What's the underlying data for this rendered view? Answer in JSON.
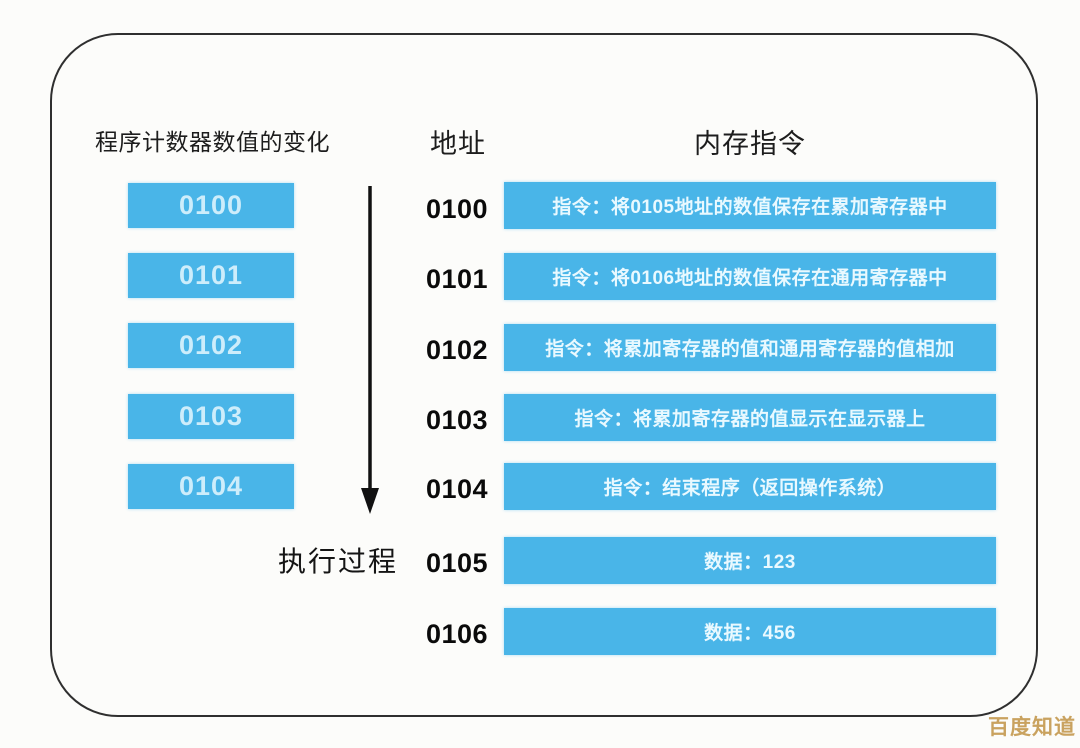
{
  "left_panel": {
    "title": "程序计数器数值的变化",
    "boxes": [
      "0100",
      "0101",
      "0102",
      "0103",
      "0104"
    ]
  },
  "execution": {
    "arrow_label": "执行过程"
  },
  "memory_table": {
    "address_header": "地址",
    "instruction_header": "内存指令",
    "rows": [
      {
        "address": "0100",
        "content": "指令：将0105地址的数值保存在累加寄存器中"
      },
      {
        "address": "0101",
        "content": "指令：将0106地址的数值保存在通用寄存器中"
      },
      {
        "address": "0102",
        "content": "指令：将累加寄存器的值和通用寄存器的值相加"
      },
      {
        "address": "0103",
        "content": "指令：将累加寄存器的值显示在显示器上"
      },
      {
        "address": "0104",
        "content": "指令：结束程序（返回操作系统）"
      },
      {
        "address": "0105",
        "content": "数据：123"
      },
      {
        "address": "0106",
        "content": "数据：456"
      }
    ]
  },
  "watermark": {
    "text": "百度知道",
    "color": "#C9A25F"
  },
  "colors": {
    "box_blue": "#49B5E8",
    "box_text": "#CDEDFB",
    "bar_text": "#E9F9FF",
    "frame_border": "#2F2F2F",
    "background": "#FCFCFA"
  }
}
